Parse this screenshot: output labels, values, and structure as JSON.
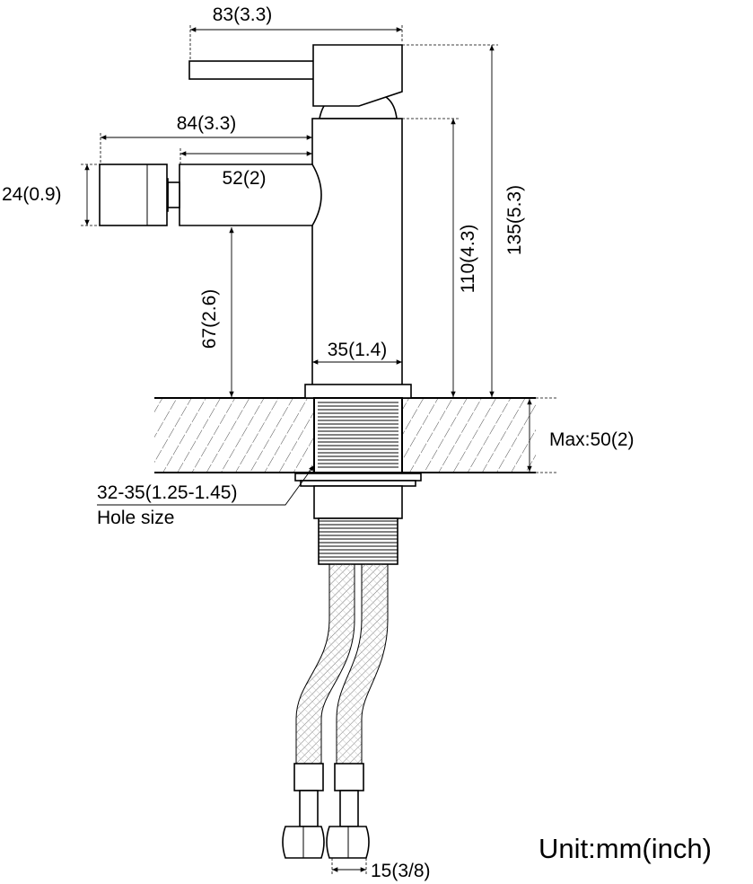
{
  "title": "Faucet dimension drawing",
  "dimensions": {
    "handle_width": "83(3.3)",
    "spout_reach": "84(3.3)",
    "spout_length": "52(2)",
    "spout_height": "24(0.9)",
    "spout_clearance": "67(2.6)",
    "body_height": "110(4.3)",
    "total_height": "135(5.3)",
    "body_diameter": "35(1.4)",
    "max_deck": "Max:50(2)",
    "hole_size_value": "32-35(1.25-1.45)",
    "hole_size_label": "Hole size",
    "hose_connector": "15(3/8)"
  },
  "unit_label": "Unit:mm(inch)",
  "colors": {
    "line": "#000000",
    "background": "#ffffff"
  }
}
